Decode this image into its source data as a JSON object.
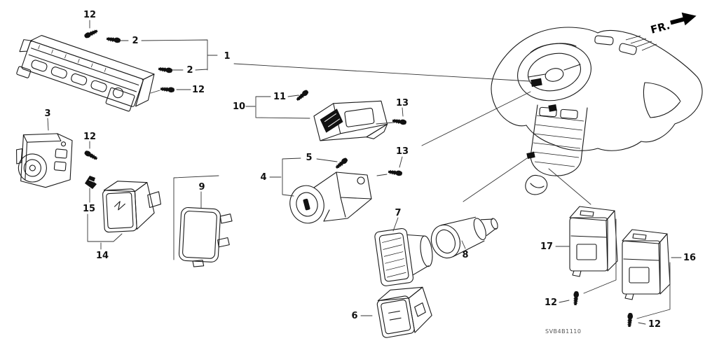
{
  "diagram": {
    "title_hidden": "",
    "fr_label": "FR.",
    "code": "SVB4B1110",
    "colors": {
      "line": "#1a1a1a",
      "background": "#ffffff"
    },
    "callouts": [
      {
        "id": "12a",
        "text": "12"
      },
      {
        "id": "2a",
        "text": "2"
      },
      {
        "id": "1",
        "text": "1"
      },
      {
        "id": "2b",
        "text": "2"
      },
      {
        "id": "12b",
        "text": "12"
      },
      {
        "id": "3",
        "text": "3"
      },
      {
        "id": "12c",
        "text": "12"
      },
      {
        "id": "15",
        "text": "15"
      },
      {
        "id": "14",
        "text": "14"
      },
      {
        "id": "9",
        "text": "9"
      },
      {
        "id": "10",
        "text": "10"
      },
      {
        "id": "11",
        "text": "11"
      },
      {
        "id": "13a",
        "text": "13"
      },
      {
        "id": "5",
        "text": "5"
      },
      {
        "id": "4",
        "text": "4"
      },
      {
        "id": "13b",
        "text": "13"
      },
      {
        "id": "7",
        "text": "7"
      },
      {
        "id": "8",
        "text": "8"
      },
      {
        "id": "6",
        "text": "6"
      },
      {
        "id": "17",
        "text": "17"
      },
      {
        "id": "12d",
        "text": "12"
      },
      {
        "id": "16",
        "text": "16"
      },
      {
        "id": "12e",
        "text": "12"
      }
    ]
  }
}
